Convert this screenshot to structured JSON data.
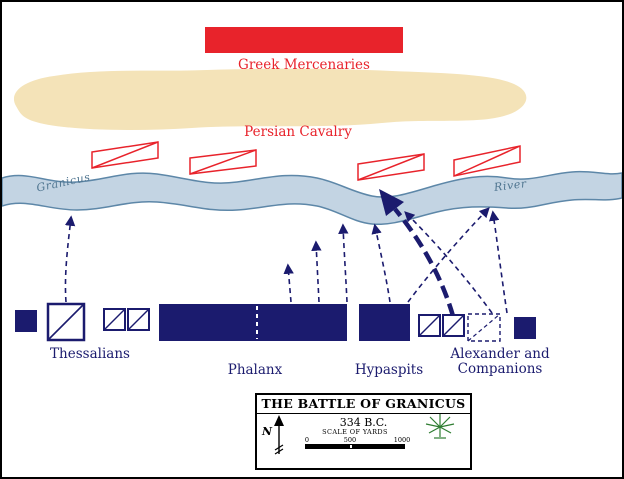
{
  "map": {
    "units": {
      "greek_mercenaries": "Greek Mercenaries",
      "persian_cavalry": "Persian Cavalry",
      "thessalians": "Thessalians",
      "phalanx": "Phalanx",
      "hypaspits": "Hypaspits",
      "alexander_line1": "Alexander and",
      "alexander_line2": "Companions"
    },
    "river": {
      "name_left": "Granicus",
      "name_right": "River"
    },
    "legend": {
      "title": "THE BATTLE OF GRANICUS",
      "date": "334 B.C.",
      "compass_letter": "N",
      "scale_label": "SCALE OF YARDS",
      "scale_ticks": [
        "0",
        "500",
        "1000"
      ]
    },
    "colors": {
      "macedonian_navy": "#1b1b6e",
      "persian_red": "#e8232b",
      "highland_tan": "#f4e3b8",
      "river_fill": "#c3d4e3",
      "river_stroke": "#5d87a8",
      "tree_green": "#2f7d32"
    }
  }
}
